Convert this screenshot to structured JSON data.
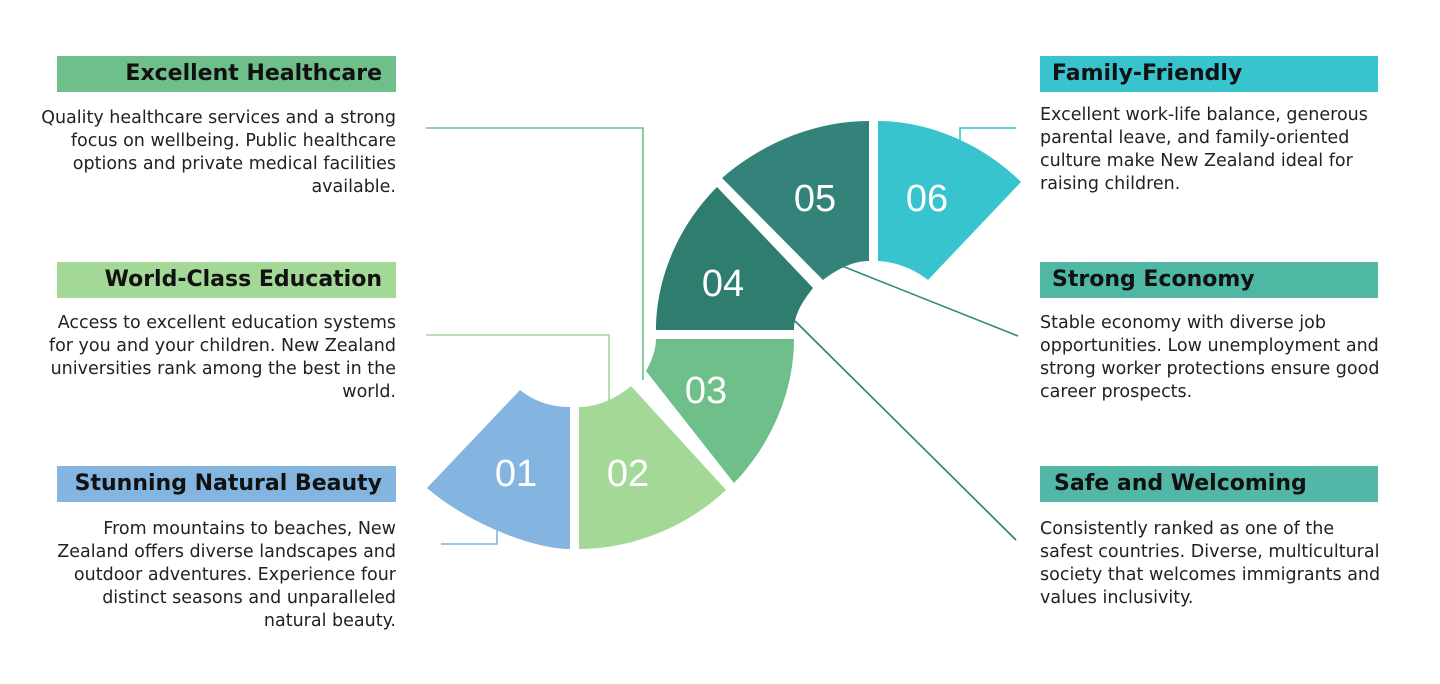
{
  "items": [
    {
      "number": "01",
      "title": "Stunning Natural Beauty",
      "description": "From mountains to beaches, New Zealand offers diverse landscapes and outdoor adventures. Experience four distinct seasons and unparalleled natural beauty.",
      "color": "#84b4e0"
    },
    {
      "number": "02",
      "title": "World-Class Education",
      "description": "Access to excellent education systems for you and your children. New Zealand universities rank among the best in the world.",
      "color": "#a3d897"
    },
    {
      "number": "03",
      "title": "Excellent Healthcare",
      "description": "Quality healthcare services and a strong focus on wellbeing. Public healthcare options and private medical facilities available.",
      "color": "#6fbf8b"
    },
    {
      "number": "04",
      "title": "Safe and Welcoming",
      "description": "Consistently ranked as one of the safest countries. Diverse, multicultural society that welcomes immigrants and values inclusivity.",
      "color": "#2e7d6e"
    },
    {
      "number": "05",
      "title": "Strong Economy",
      "description": "Stable economy with diverse job opportunities. Low unemployment and strong worker protections ensure good career prospects.",
      "color": "#33837a"
    },
    {
      "number": "06",
      "title": "Family-Friendly",
      "description": "Excellent work-life balance, generous parental leave, and family-oriented culture make New Zealand ideal for raising children.",
      "color": "#37c4cf"
    }
  ]
}
